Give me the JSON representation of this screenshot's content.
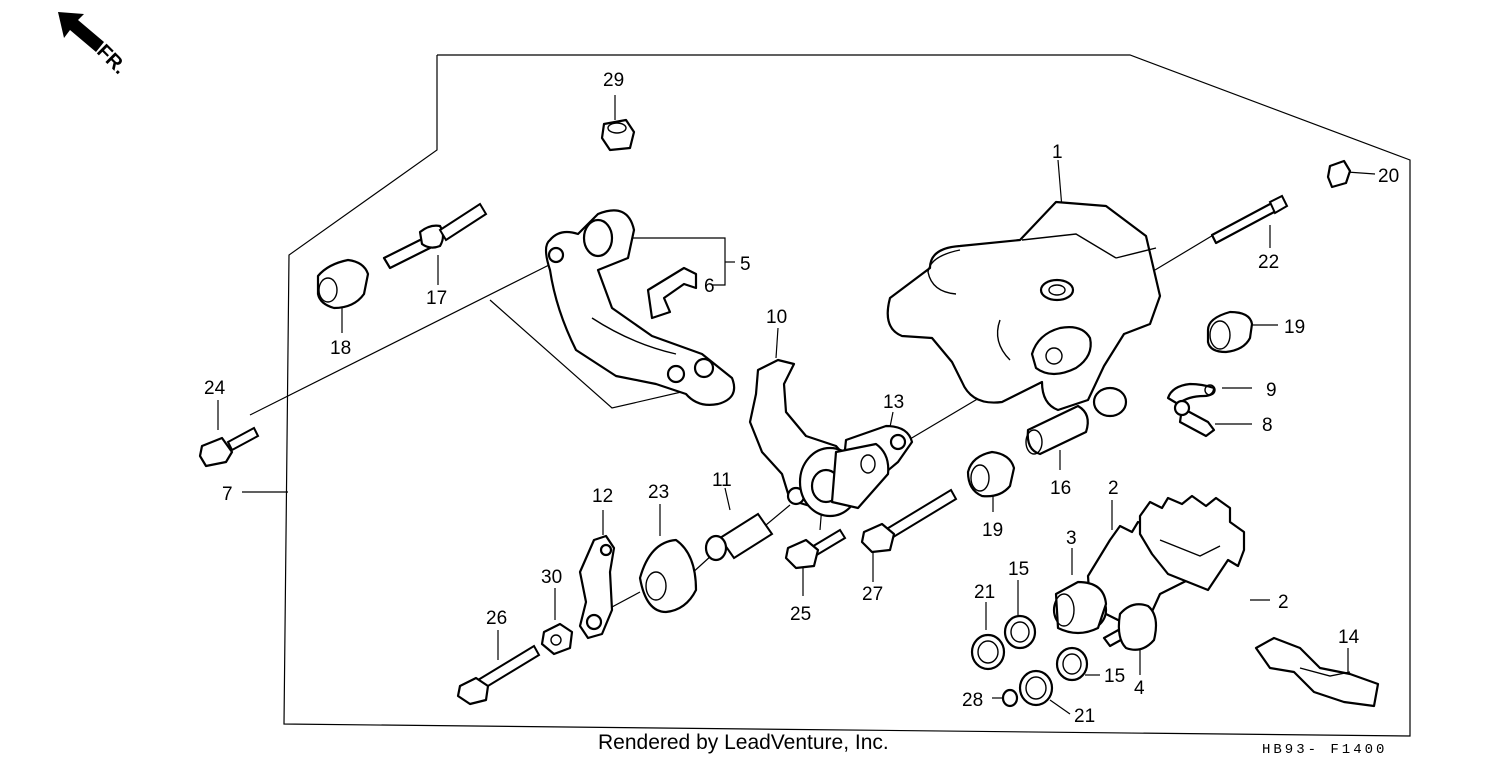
{
  "diagram": {
    "direction_label": "FR.",
    "callouts": [
      {
        "id": "1",
        "label": "1"
      },
      {
        "id": "2a",
        "label": "2"
      },
      {
        "id": "2b",
        "label": "2"
      },
      {
        "id": "3",
        "label": "3"
      },
      {
        "id": "4",
        "label": "4"
      },
      {
        "id": "5",
        "label": "5"
      },
      {
        "id": "6",
        "label": "6"
      },
      {
        "id": "7",
        "label": "7"
      },
      {
        "id": "8",
        "label": "8"
      },
      {
        "id": "9",
        "label": "9"
      },
      {
        "id": "10",
        "label": "10"
      },
      {
        "id": "11",
        "label": "11"
      },
      {
        "id": "12",
        "label": "12"
      },
      {
        "id": "13",
        "label": "13"
      },
      {
        "id": "14",
        "label": "14"
      },
      {
        "id": "15a",
        "label": "15"
      },
      {
        "id": "15b",
        "label": "15"
      },
      {
        "id": "16",
        "label": "16"
      },
      {
        "id": "17",
        "label": "17"
      },
      {
        "id": "18",
        "label": "18"
      },
      {
        "id": "19a",
        "label": "19"
      },
      {
        "id": "19b",
        "label": "19"
      },
      {
        "id": "20",
        "label": "20"
      },
      {
        "id": "21a",
        "label": "21"
      },
      {
        "id": "21b",
        "label": "21"
      },
      {
        "id": "22",
        "label": "22"
      },
      {
        "id": "23",
        "label": "23"
      },
      {
        "id": "24",
        "label": "24"
      },
      {
        "id": "25",
        "label": "25"
      },
      {
        "id": "26",
        "label": "26"
      },
      {
        "id": "27",
        "label": "27"
      },
      {
        "id": "28",
        "label": "28"
      },
      {
        "id": "29",
        "label": "29"
      },
      {
        "id": "30",
        "label": "30"
      }
    ]
  },
  "footer": {
    "credit": "Rendered by LeadVenture, Inc.",
    "diagram_code": "HB93- F1400"
  }
}
